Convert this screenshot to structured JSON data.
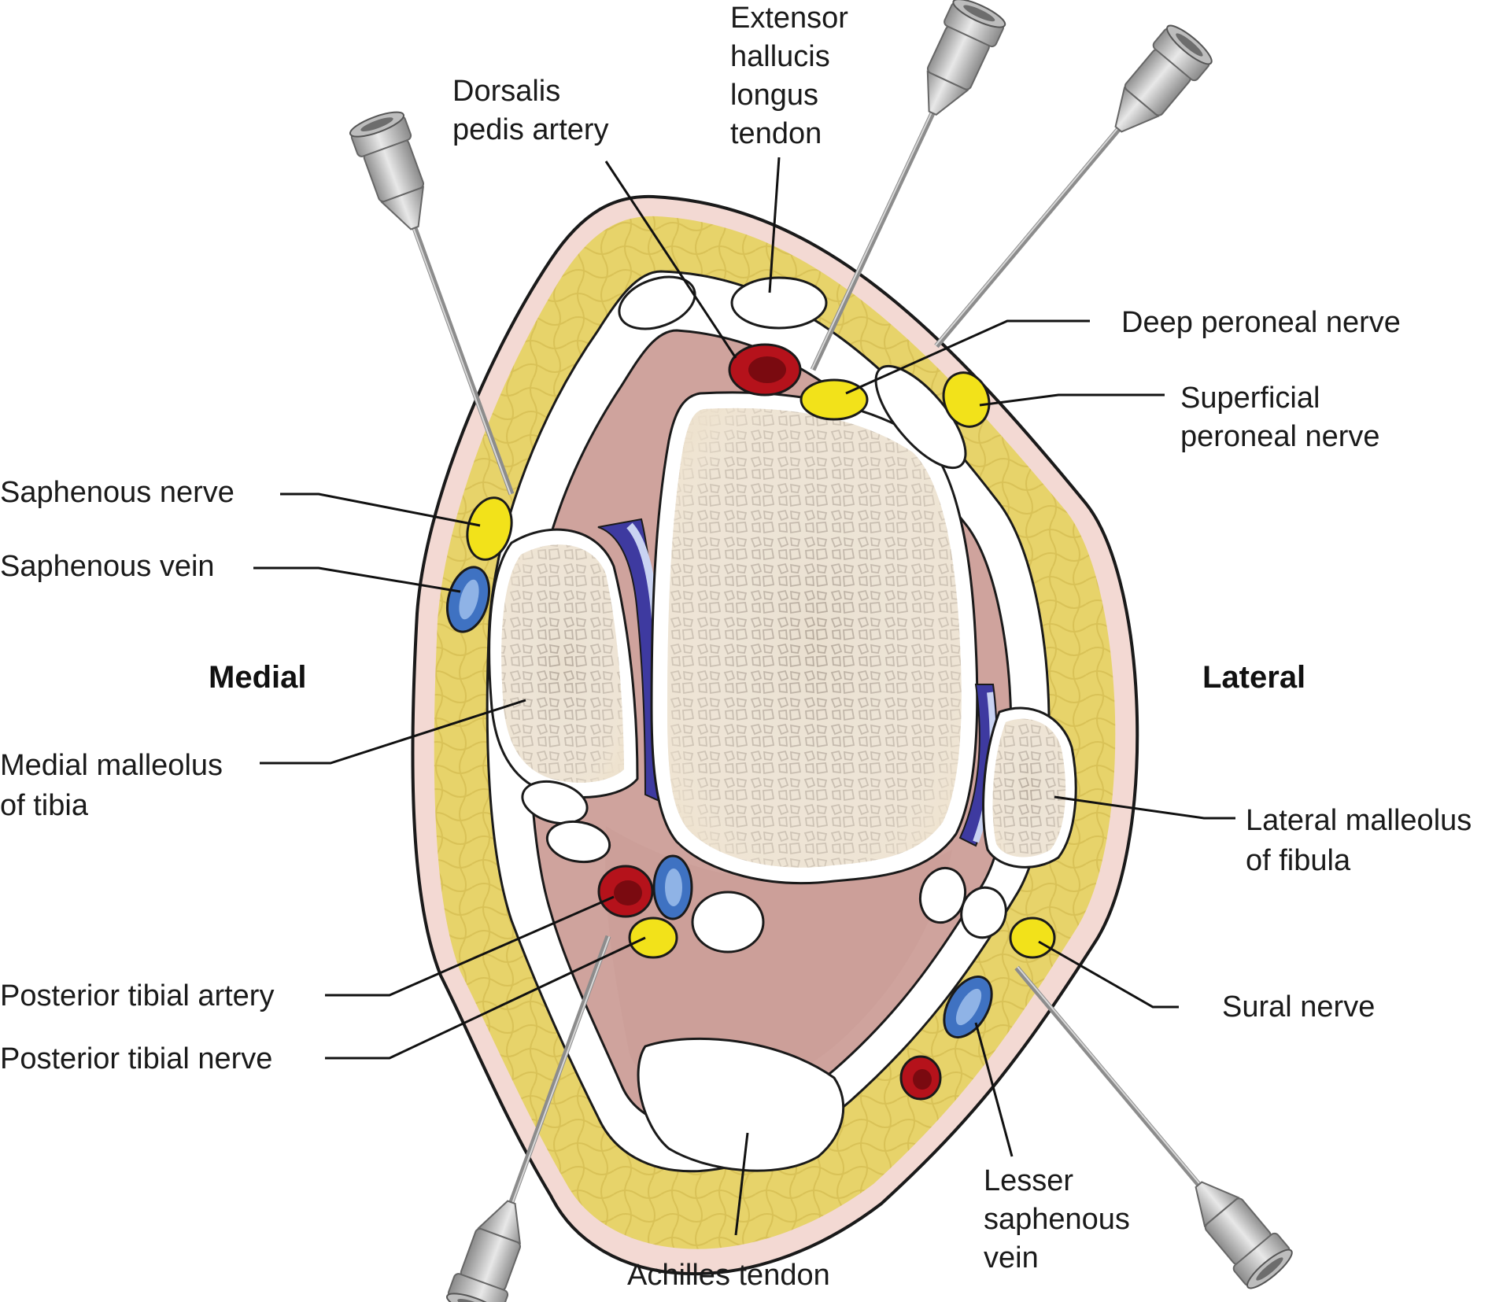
{
  "orientation": {
    "medial": "Medial",
    "lateral": "Lateral"
  },
  "labels": {
    "dorsalis_pedis_artery": [
      "Dorsalis",
      "pedis artery"
    ],
    "extensor_hallucis_longus_tendon": [
      "Extensor",
      "hallucis",
      "longus",
      "tendon"
    ],
    "deep_peroneal_nerve": [
      "Deep peroneal nerve"
    ],
    "superficial_peroneal_nerve": [
      "Superficial",
      "peroneal nerve"
    ],
    "saphenous_nerve": [
      "Saphenous nerve"
    ],
    "saphenous_vein": [
      "Saphenous vein"
    ],
    "medial_malleolus": [
      "Medial malleolus",
      "of tibia"
    ],
    "lateral_malleolus": [
      "Lateral malleolus",
      "of fibula"
    ],
    "posterior_tibial_artery": [
      "Posterior tibial artery"
    ],
    "posterior_tibial_nerve": [
      "Posterior tibial nerve"
    ],
    "sural_nerve": [
      "Sural nerve"
    ],
    "lesser_saphenous_vein": [
      "Lesser",
      "saphenous",
      "vein"
    ],
    "achilles_tendon": [
      "Achilles tendon"
    ]
  },
  "colors": {
    "skin": "#f3d9d3",
    "fat": "#e7d36a",
    "muscle": "#cfa39d",
    "bone": "#eee2cd",
    "nerve": "#f2e21a",
    "artery": "#b5121b",
    "vein": "#3f72c2",
    "tendon": "#ffffff",
    "cartilage": "#3e3aa0"
  },
  "icons": {
    "needle": "needle-icon"
  }
}
